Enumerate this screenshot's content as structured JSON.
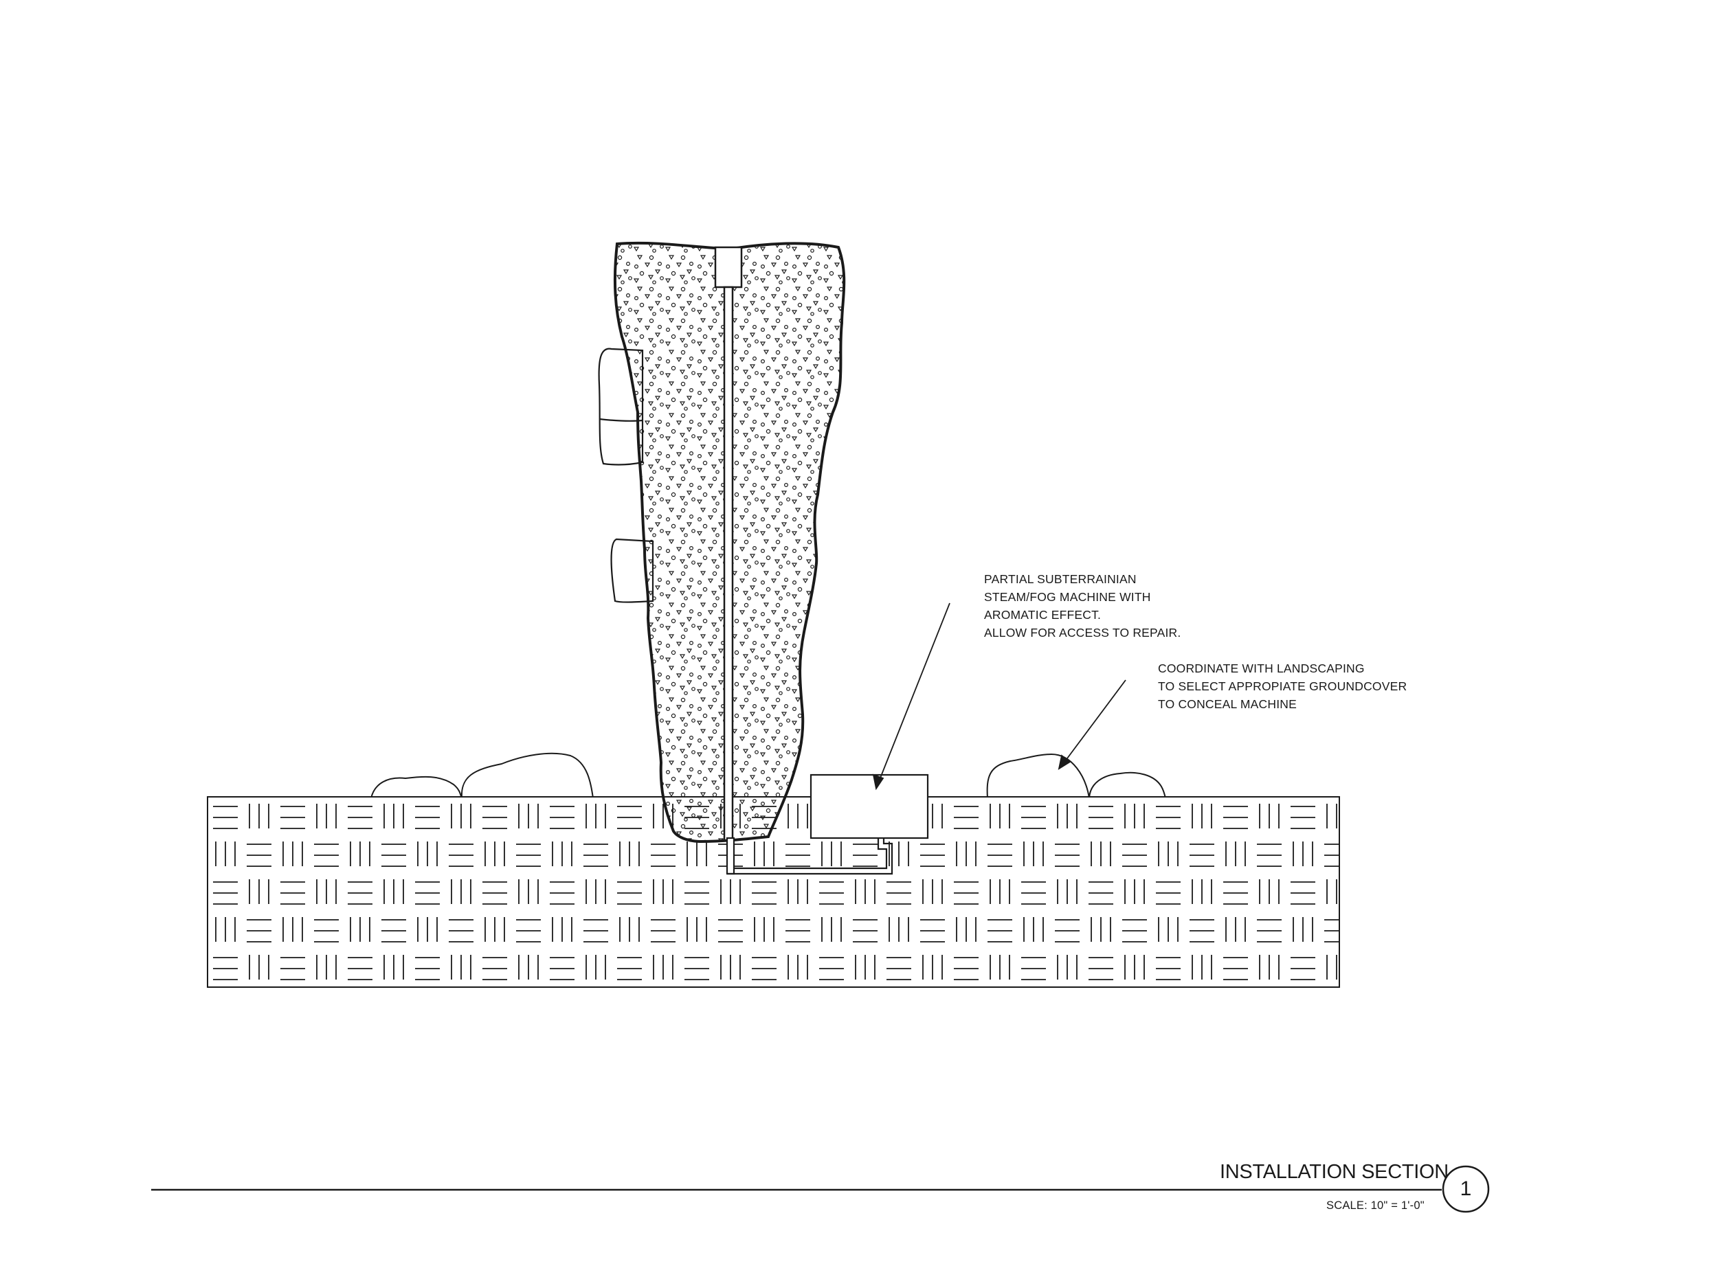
{
  "notes": {
    "machine": [
      "PARTIAL SUBTERRAINIAN",
      "STEAM/FOG MACHINE WITH",
      "AROMATIC EFFECT.",
      "ALLOW FOR ACCESS TO REPAIR."
    ],
    "landscaping": [
      "COORDINATE WITH LANDSCAPING",
      "TO SELECT APPROPIATE GROUNDCOVER",
      "TO CONCEAL MACHINE"
    ]
  },
  "title_block": {
    "title": "INSTALLATION SECTION",
    "scale": "SCALE: 10\" = 1'-0\"",
    "detail_number": "1"
  },
  "colors": {
    "line": "#1a1a1a",
    "background": "#ffffff"
  }
}
